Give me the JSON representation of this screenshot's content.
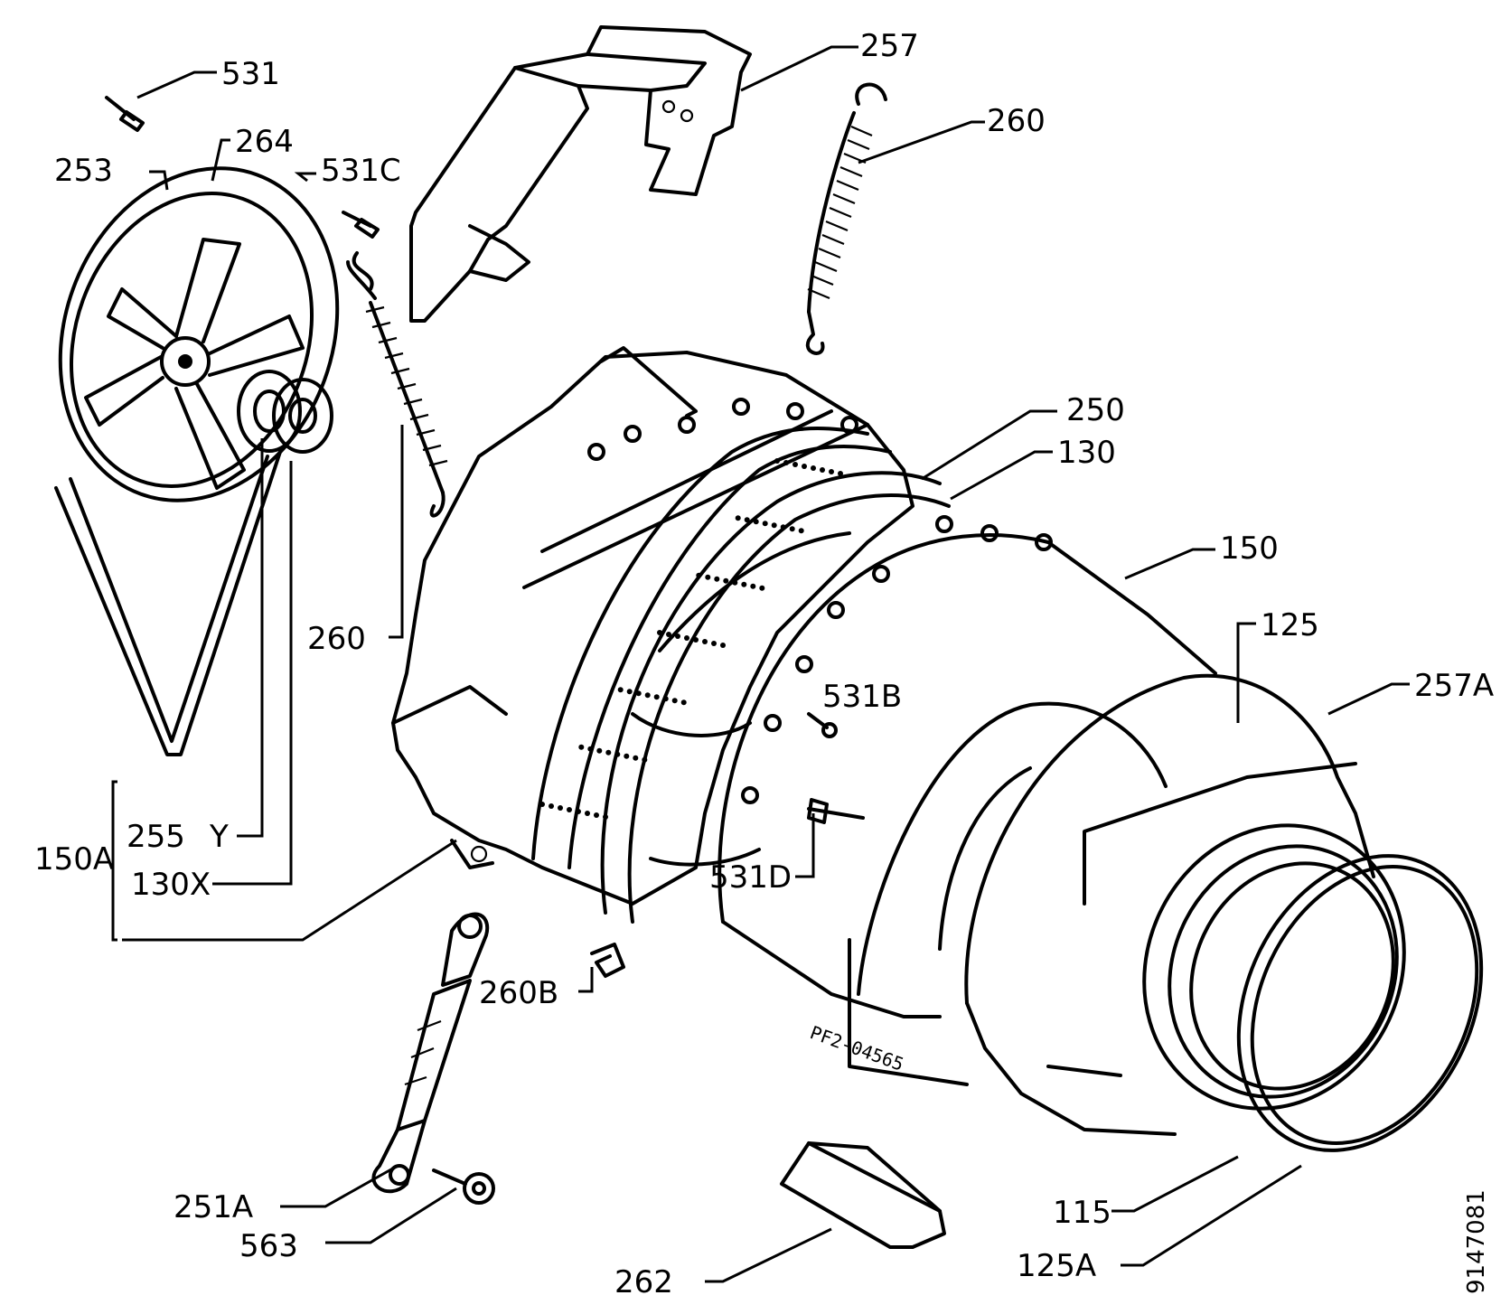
{
  "callouts": {
    "c531": "531",
    "c264": "264",
    "c253": "253",
    "c531c": "531C",
    "c257": "257",
    "c260_top": "260",
    "c250": "250",
    "c130": "130",
    "c150": "150",
    "c260_left": "260",
    "c125": "125",
    "c257a": "257A",
    "c531b": "531B",
    "c150a": "150A",
    "c255": "255",
    "c255_suffix": "Y",
    "c130x": "130X",
    "c531d": "531D",
    "c260b": "260B",
    "c251a": "251A",
    "c563": "563",
    "c262": "262",
    "c115": "115",
    "c125a": "125A"
  },
  "drawing_code": "PF2-04565",
  "document_number": "9147081"
}
